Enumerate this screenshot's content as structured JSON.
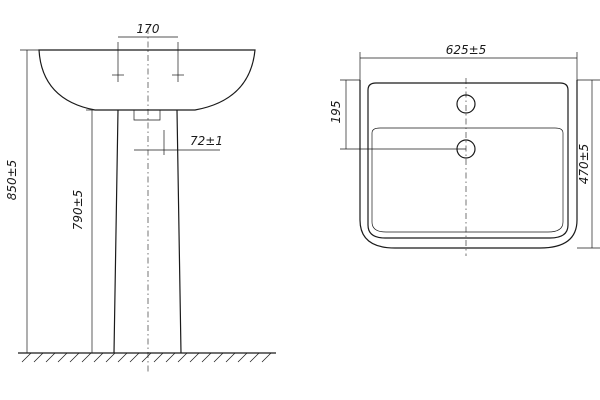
{
  "dimensions": {
    "basin_tap_spacing": "170",
    "total_height": "850±5",
    "basin_rim_height": "790±5",
    "drain_offset": "72±1",
    "basin_width": "625±5",
    "tap_hole_distance": "195",
    "basin_depth": "470±5"
  }
}
